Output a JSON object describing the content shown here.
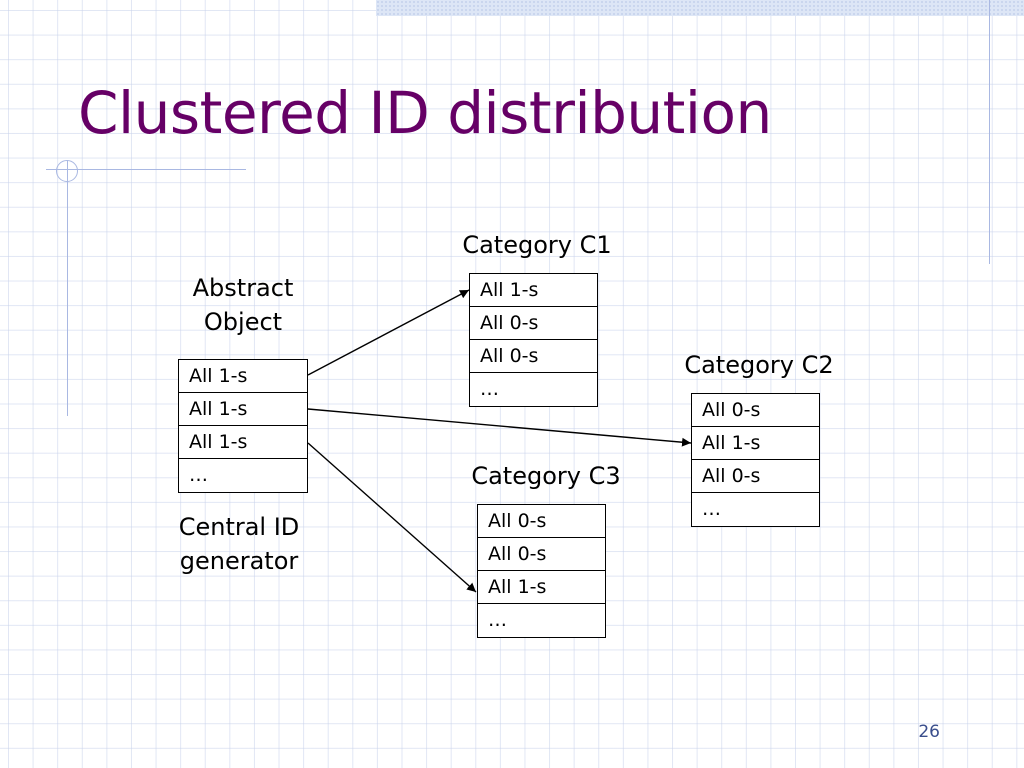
{
  "slide": {
    "title": "Clustered ID distribution",
    "page_number": "26",
    "colors": {
      "title": "#660066",
      "grid": "#c8d2eb",
      "accent_line": "#a9b8e2",
      "page_number": "#3a4e8c"
    }
  },
  "diagram": {
    "source": {
      "top_label_line1": "Abstract",
      "top_label_line2": "Object",
      "bottom_label_line1": "Central ID",
      "bottom_label_line2": "generator",
      "cells": [
        "All 1-s",
        "All 1-s",
        "All 1-s",
        "…"
      ]
    },
    "c1": {
      "label": "Category C1",
      "cells": [
        "All 1-s",
        "All 0-s",
        "All 0-s",
        "…"
      ]
    },
    "c2": {
      "label": "Category C2",
      "cells": [
        "All 0-s",
        "All 1-s",
        "All 0-s",
        "…"
      ]
    },
    "c3": {
      "label": "Category C3",
      "cells": [
        "All 0-s",
        "All 0-s",
        "All 1-s",
        "…"
      ]
    },
    "edges": [
      {
        "from": "source.cells.0",
        "to": "c1.cells.0"
      },
      {
        "from": "source.cells.1",
        "to": "c2.cells.1"
      },
      {
        "from": "source.cells.2",
        "to": "c3.cells.2"
      }
    ]
  }
}
